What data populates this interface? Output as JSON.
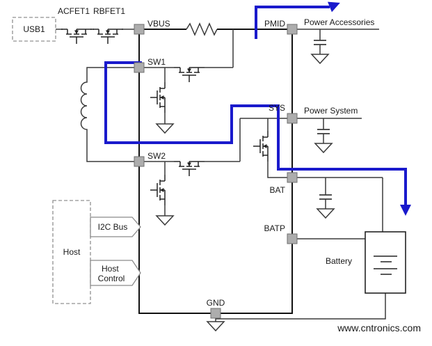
{
  "diagram": {
    "type": "battery-charger-power-path-block-diagram",
    "external": {
      "usb": "USB1",
      "acfet": "ACFET1",
      "rbfet": "RBFET1",
      "host": "Host",
      "i2c_bus": "I2C Bus",
      "host_control": {
        "line1": "Host",
        "line2": "Control"
      },
      "battery": "Battery"
    },
    "pins": {
      "vbus": "VBUS",
      "pmid": "PMID",
      "sw1": "SW1",
      "sw2": "SW2",
      "sys": "SYS",
      "bat": "BAT",
      "batp": "BATP",
      "gnd": "GND"
    },
    "outputs": {
      "power_accessories": "Power Accessories",
      "power_system": "Power System"
    },
    "watermark": "www.cntronics.com",
    "colors": {
      "power_path_blue": "#1a1acc",
      "watermark_green": "#35b54a",
      "wire": "#3a3a3a",
      "pin_fill": "#adadad",
      "pin_border": "#6f6f6f"
    }
  }
}
